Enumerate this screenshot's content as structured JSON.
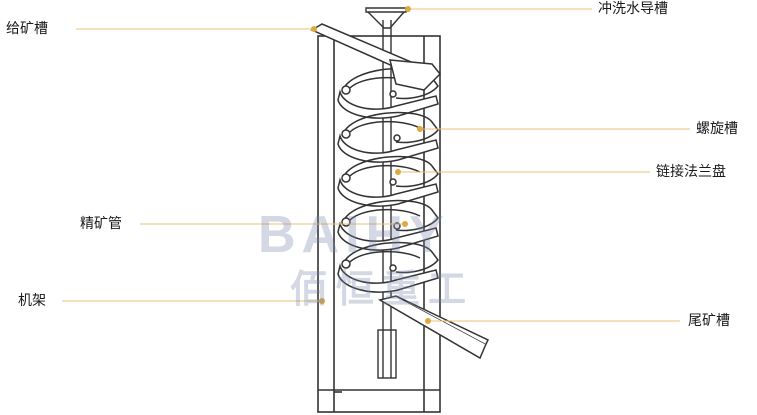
{
  "labels": {
    "feed_trough": "给矿槽",
    "wash_water_trough": "冲洗水导槽",
    "spiral_trough": "螺旋槽",
    "flange_plate": "链接法兰盘",
    "concentrate_pipe": "精矿管",
    "frame": "机架",
    "tailings_trough": "尾矿槽"
  },
  "watermark": {
    "brand_en": "BAIHY",
    "brand_cn": "佰恒重工"
  },
  "colors": {
    "leader_line": "#e8c078",
    "leader_dot": "#e0a840",
    "drawing_stroke": "#333333"
  }
}
